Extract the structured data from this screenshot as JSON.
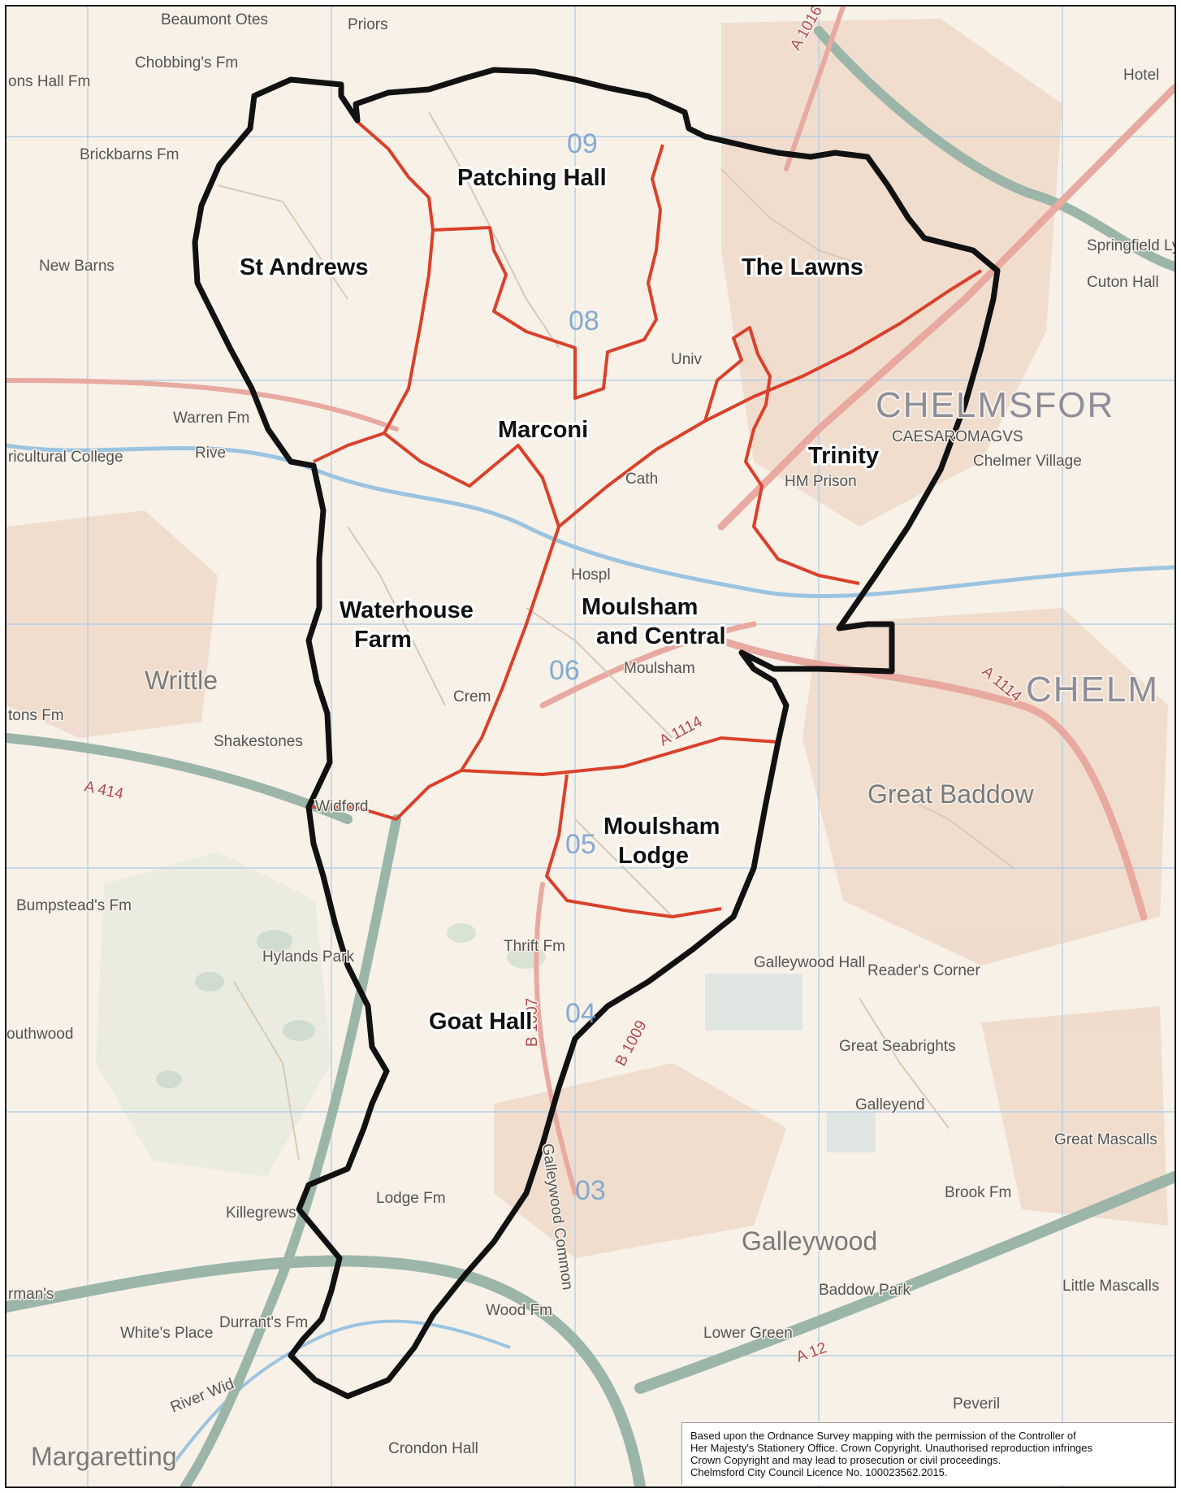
{
  "wards": [
    {
      "id": "patching-hall",
      "label": "Patching Hall"
    },
    {
      "id": "st-andrews",
      "label": "St Andrews"
    },
    {
      "id": "the-lawns",
      "label": "The Lawns"
    },
    {
      "id": "marconi",
      "label": "Marconi"
    },
    {
      "id": "trinity",
      "label": "Trinity"
    },
    {
      "id": "waterhouse-farm",
      "label": "Waterhouse Farm"
    },
    {
      "id": "moulsham-and-central",
      "label": "Moulsham and Central"
    },
    {
      "id": "moulsham-lodge",
      "label": "Moulsham Lodge"
    },
    {
      "id": "goat-hall",
      "label": "Goat Hall"
    }
  ],
  "place_names": {
    "chelmsford": "CHELMSFOR",
    "caesaromagus": "CAESAROMAGVS",
    "chelmer_village": "Chelmer Village",
    "chelm": "CHELM",
    "writtle": "Writtle",
    "great_baddow": "Great Baddow",
    "galleywood": "Galleywood",
    "margaretting": "Margaretting",
    "hylands_park": "Hylands Park",
    "beaumont_otes": "Beaumont Otes",
    "chobbings_fm": "Chobbing's Fm",
    "brickbarns_fm": "Brickbarns Fm",
    "new_barns": "New Barns",
    "warren_fm": "Warren Fm",
    "agricultural_college": "ricultural College",
    "shakestones": "Shakestones",
    "widford": "Widford",
    "bumpsteads_fm": "Bumpstead's Fm",
    "southwood": "outhwood",
    "thrift_fm": "Thrift Fm",
    "readers_corner": "Reader's Corner",
    "great_seabrights": "Great Seabrights",
    "galleyend": "Galleyend",
    "great_mascalls": "Great Mascalls",
    "brook_fm": "Brook Fm",
    "little_mascalls": "Little Mascalls",
    "baddow_park": "Baddow Park",
    "lower_green": "Lower Green",
    "wood_fm": "Wood Fm",
    "whites_place": "White's Place",
    "durrants_fm": "Durrant's Fm",
    "lodge_fm": "Lodge Fm",
    "killegrews": "Killegrews",
    "crondon_hall": "Crondon Hall",
    "springfield_lyons": "Springfield Lyons",
    "cuton_hall": "Cuton Hall",
    "peveril": "Peveril",
    "river_wid": "River Wid",
    "river_can": "Rive",
    "hm_prison": "HM Prison",
    "moulsham": "Moulsham",
    "cath": "Cath",
    "hospl": "Hospl",
    "univ": "Univ",
    "crem": "Crem",
    "galleywood_common": "Galleywood Common",
    "priors": "Priors",
    "ons_hall_fm": "ons Hall Fm",
    "tons_fm": "tons Fm",
    "rmans": "rman's",
    "hotel": "Hotel",
    "galleywood_hall": "Galleywood Hall"
  },
  "roads": [
    "A 1016",
    "A 414",
    "A 1114",
    "A 12",
    "B 1007",
    "B 1009",
    "A 1114"
  ],
  "grid_squares": [
    "09",
    "08",
    "06",
    "05",
    "04",
    "03"
  ],
  "copyright": [
    "Based upon the Ordnance Survey mapping with the permission of the Controller of",
    "Her Majesty's Stationery Office.  Crown Copyright. Unauthorised reproduction infringes",
    "Crown Copyright and may lead to prosecution or civil proceedings.",
    "Chelmsford City Council Licence No. 100023562.2015."
  ],
  "colors": {
    "outer_boundary": "#111111",
    "ward_boundary": "#d9412b",
    "background": "#f7f1e8",
    "grid": "#b7cfe6",
    "road_major": "#9bb5a9",
    "road_a": "#e8a9a0"
  }
}
